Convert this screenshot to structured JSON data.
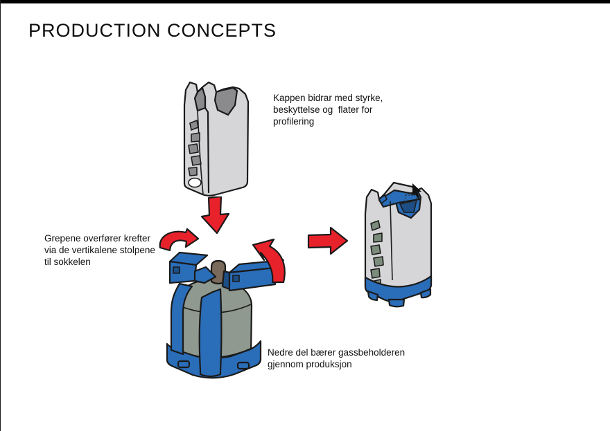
{
  "page": {
    "title": "PRODUCTION CONCEPTS"
  },
  "theme": {
    "colors": {
      "top_bar": "#000000",
      "text": "#111111",
      "accent_red": "#E8222B",
      "brand_blue": "#2A6DB8",
      "brand_blue_dark": "#1D4F86",
      "shell_grey": "#D6D6D8",
      "recess_grey": "#8B8B8E",
      "cylinder_green_grey": "#8F998F",
      "slot_green_grey": "#7C8C7C",
      "valve_brown": "#796A5B",
      "outline": "#1A1A1A"
    }
  },
  "annotations": {
    "cap_note": "Kappen bidrar med styrke,\nbeskyttelse og  flater for\nprofilering",
    "grip_note": "Grepene overfører krefter\nvia de vertikalene stolpene\ntil sokkelen",
    "base_note": "Nedre del bærer gassbeholderen\ngjennom produksjon"
  }
}
